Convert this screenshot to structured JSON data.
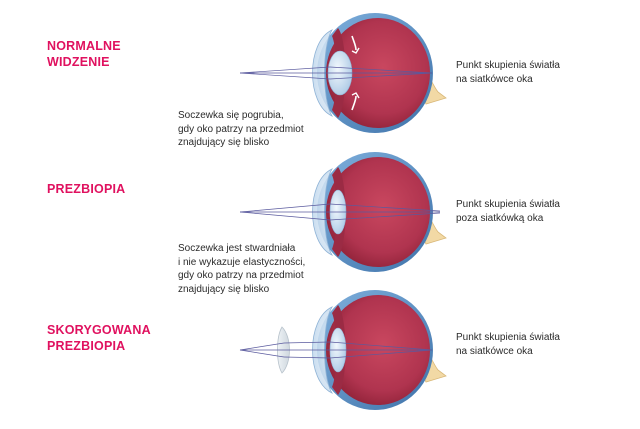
{
  "sections": [
    {
      "title_lines": [
        "NORMALNE",
        "WIDZENIE"
      ],
      "lens_note_lines": [
        "Soczewka się pogrubia,",
        "gdy oko patrzy na przedmiot",
        "znajdujący się blisko"
      ],
      "focus_note_lines": [
        "Punkt skupienia światła",
        "na siatkówce oka"
      ]
    },
    {
      "title_lines": [
        "PREZBIOPIA"
      ],
      "lens_note_lines": [
        "Soczewka jest stwardniała",
        "i nie wykazuje elastyczności,",
        "gdy oko patrzy na przedmiot",
        "znajdujący się blisko"
      ],
      "focus_note_lines": [
        "Punkt skupienia światła",
        "poza siatkówką oka"
      ]
    },
    {
      "title_lines": [
        "SKORYGOWANA",
        "PREZBIOPIA"
      ],
      "focus_note_lines": [
        "Punkt skupienia światła",
        "na siatkówce oka"
      ]
    }
  ],
  "colors": {
    "title": "#e0115f",
    "sclera": "#5b8fc4",
    "eye_interior": "#b0344f",
    "lens": "#cfe1f2",
    "optic_nerve": "#f2d9a5",
    "light_ray": "#5a5a9e"
  }
}
